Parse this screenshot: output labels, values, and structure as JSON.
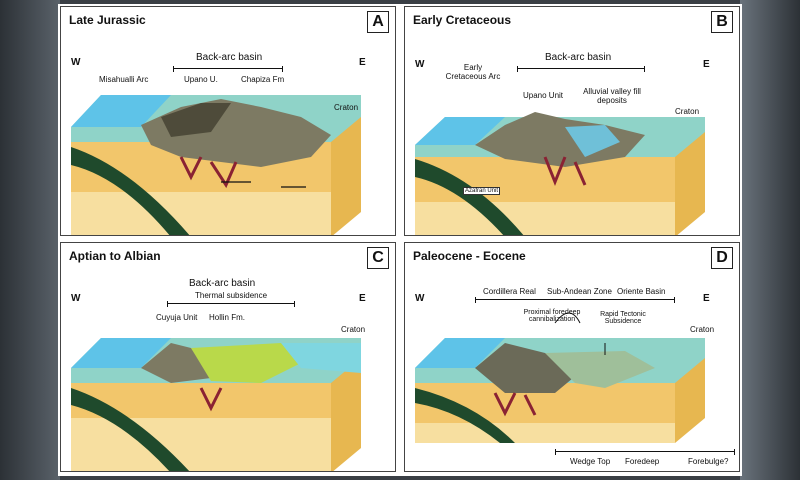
{
  "panels": [
    {
      "title": "Late Jurassic",
      "letter": "A",
      "w": "W",
      "e": "E",
      "basin": "Back-arc basin",
      "labels": [
        "Misahualli Arc",
        "Upano U.",
        "Chapiza Fm",
        "Craton"
      ]
    },
    {
      "title": "Early Cretaceous",
      "letter": "B",
      "w": "W",
      "e": "E",
      "basin": "Back-arc basin",
      "labels": [
        "Early Cretaceous Arc",
        "Upano Unit",
        "Alluvial valley fill deposits",
        "Craton",
        "Azafran Unit"
      ]
    },
    {
      "title": "Aptian to Albian",
      "letter": "C",
      "w": "W",
      "e": "E",
      "basin": "Back-arc basin",
      "sub": "Thermal subsidence",
      "labels": [
        "Cuyuja Unit",
        "Hollin Fm.",
        "Craton"
      ]
    },
    {
      "title": "Paleocene - Eocene",
      "letter": "D",
      "w": "W",
      "e": "E",
      "zones": [
        "Cordillera Real",
        "Sub-Andean Zone",
        "Oriente Basin"
      ],
      "labels": [
        "Proximal foredeep cannibalization",
        "Rapid Tectonic Subsidence",
        "Craton"
      ],
      "bottom": [
        "Wedge Top",
        "Foredeep",
        "Forebulge?"
      ]
    }
  ]
}
